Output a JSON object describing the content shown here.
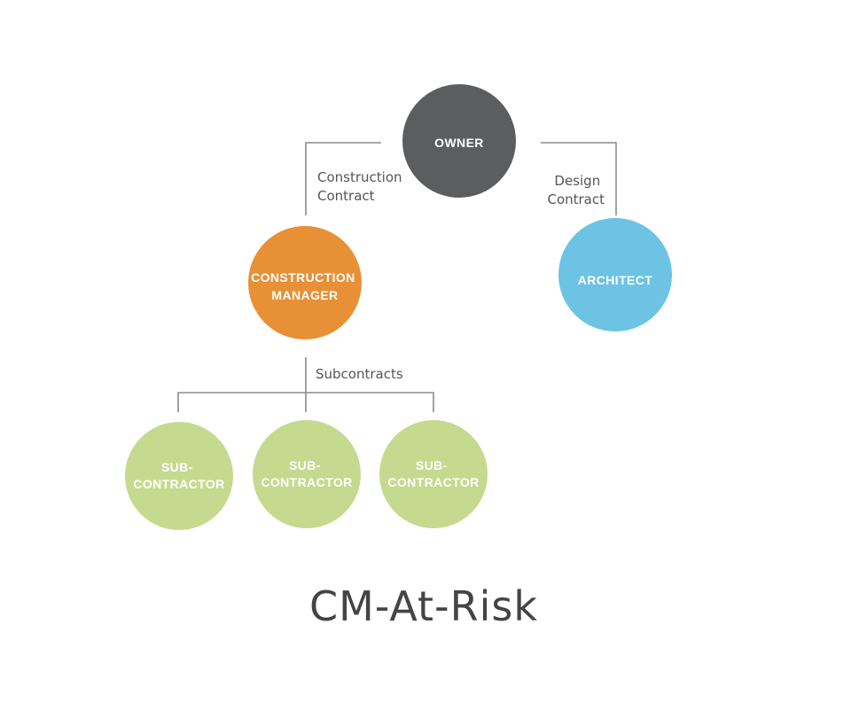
{
  "title": "CM-At-Risk",
  "colors": {
    "owner": "#5c5d5f",
    "construction_manager": "#e89036",
    "architect": "#6cc3e3",
    "subcontractor": "#c5da8f",
    "connector": "#8c8c8c",
    "edge_text": "#555555",
    "title_text": "#444444"
  },
  "nodes": {
    "owner": {
      "label": [
        "OWNER"
      ]
    },
    "construction_manager": {
      "label": [
        "CONSTRUCTION",
        "MANAGER"
      ]
    },
    "architect": {
      "label": [
        "ARCHITECT"
      ]
    },
    "subcontractors": [
      {
        "label": [
          "SUB-",
          "CONTRACTOR"
        ]
      },
      {
        "label": [
          "SUB-",
          "CONTRACTOR"
        ]
      },
      {
        "label": [
          "SUB-",
          "CONTRACTOR"
        ]
      }
    ]
  },
  "edges": {
    "construction_contract": [
      "Construction",
      "Contract"
    ],
    "design_contract": [
      "Design",
      "Contract"
    ],
    "subcontracts": [
      "Subcontracts"
    ]
  }
}
